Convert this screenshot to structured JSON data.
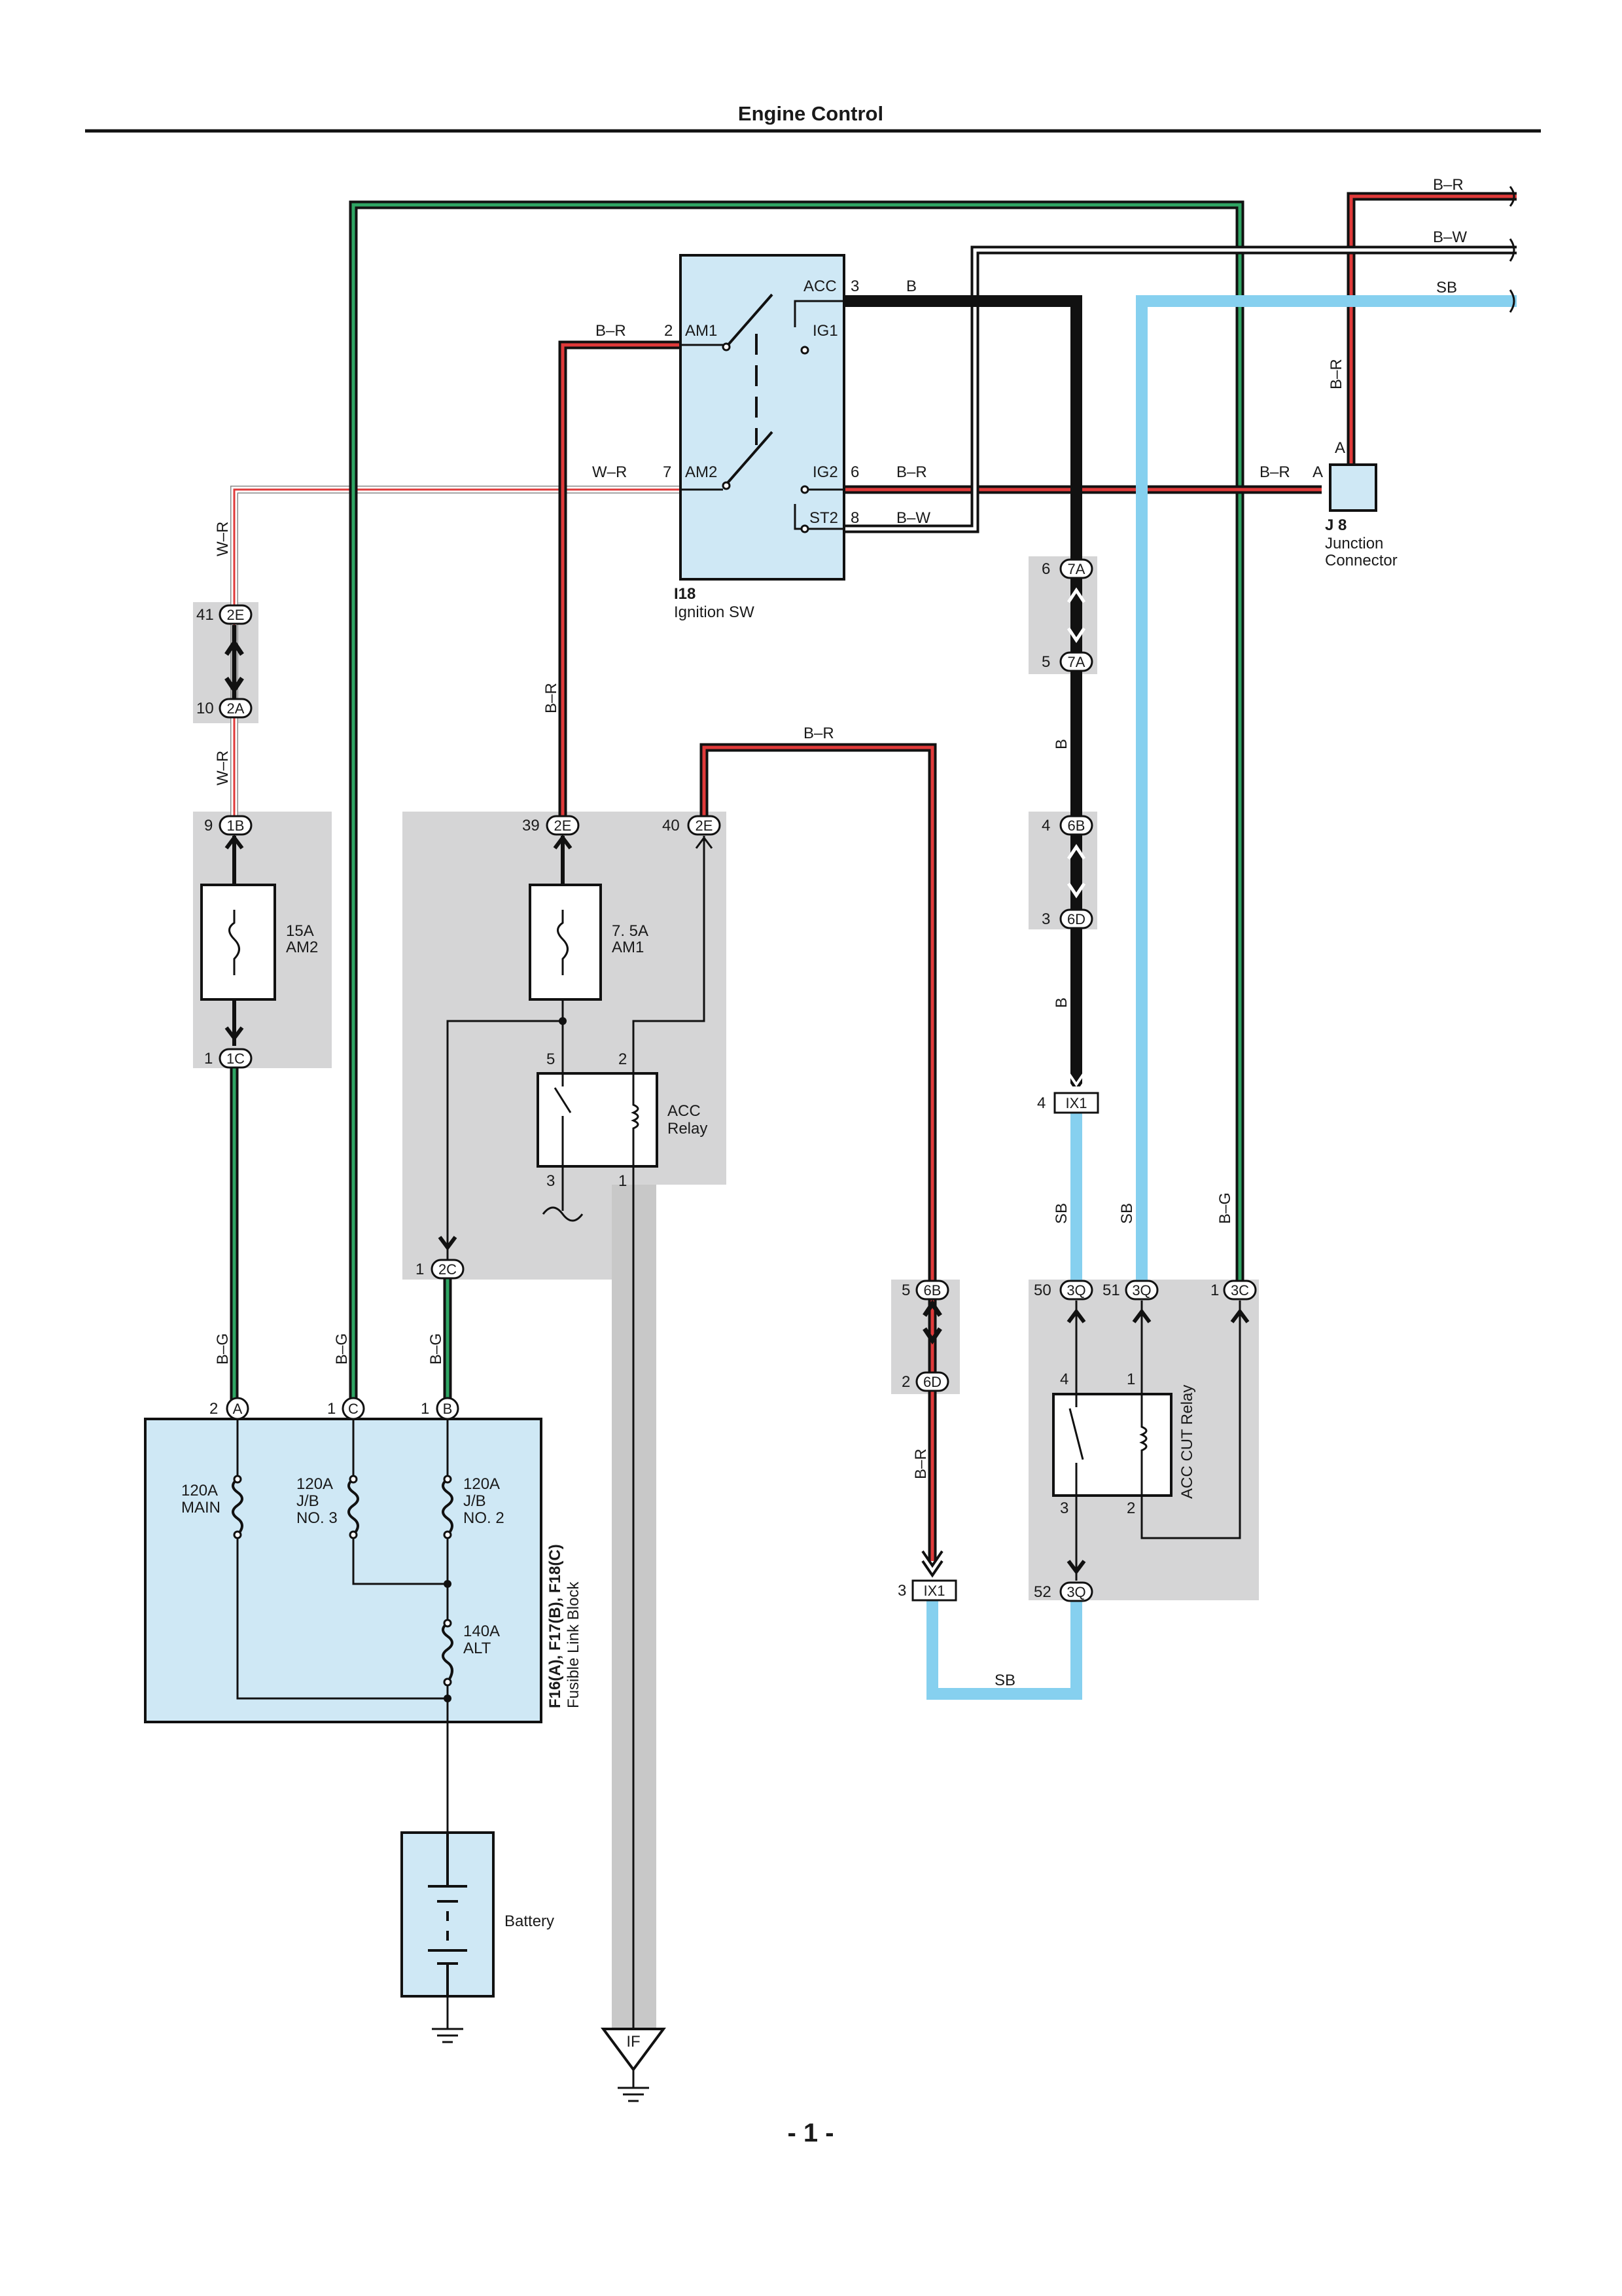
{
  "header": {
    "title": "Engine Control"
  },
  "footer": {
    "page_number": "- 1 -"
  },
  "colors": {
    "component_fill": "#cfe8f5",
    "connector_group": "#d5d5d6",
    "wire_black": "#1a1a1a",
    "wire_red": "#e03a3a",
    "wire_green": "#2fa564",
    "wire_sky_blue": "#86d0ef",
    "wire_white": "#ffffff",
    "ground_wire": "#c8c8c8"
  },
  "wire_codes": {
    "br": "B–R",
    "bw": "B–W",
    "sb": "SB",
    "wr": "W–R",
    "bg": "B–G",
    "b": "B"
  },
  "ignition_switch": {
    "code": "I18",
    "name": "Ignition SW",
    "terminals": {
      "acc": "ACC",
      "ig1": "IG1",
      "am1": "AM1",
      "am2": "AM2",
      "ig2": "IG2",
      "st2": "ST2"
    },
    "pins": {
      "acc": "3",
      "am1": "2",
      "am2": "7",
      "ig2": "6",
      "st2": "8"
    }
  },
  "junction_connector": {
    "code": "J 8",
    "name_line1": "Junction",
    "name_line2": "Connector",
    "pin": "A"
  },
  "connectors": {
    "2E": "2E",
    "2A": "2A",
    "1B": "1B",
    "1C": "1C",
    "2C": "2C",
    "7A": "7A",
    "6B": "6B",
    "6D": "6D",
    "3Q": "3Q",
    "3C": "3C",
    "A": "A",
    "B": "B",
    "C": "C"
  },
  "pins": {
    "p41": "41",
    "p10": "10",
    "p9": "9",
    "p1": "1",
    "p39": "39",
    "p40": "40",
    "p6": "6",
    "p5": "5",
    "p4": "4",
    "p3": "3",
    "p2": "2",
    "p50": "50",
    "p51": "51",
    "p52": "52"
  },
  "fuses": {
    "am2_rating": "15A",
    "am2_name": "AM2",
    "am1_rating": "7. 5A",
    "am1_name": "AM1"
  },
  "acc_relay": {
    "line1": "ACC",
    "line2": "Relay",
    "pin5": "5",
    "pin2": "2",
    "pin3": "3",
    "pin1": "1"
  },
  "acc_cut_relay": {
    "name": "ACC CUT Relay",
    "pin4": "4",
    "pin1": "1",
    "pin3": "3",
    "pin2": "2"
  },
  "ix1": {
    "label": "IX1",
    "pin4": "4",
    "pin3": "3"
  },
  "fusible_link_block": {
    "codes": "F16(A), F17(B), F18(C)",
    "name": "Fusible Link Block",
    "main_rating": "120A",
    "main_name": "MAIN",
    "jb3_rating": "120A",
    "jb3_l2": "J/B",
    "jb3_l3": "NO. 3",
    "jb2_rating": "120A",
    "jb2_l2": "J/B",
    "jb2_l3": "NO. 2",
    "alt_rating": "140A",
    "alt_name": "ALT"
  },
  "battery": {
    "name": "Battery"
  },
  "ground_point": {
    "label": "IF"
  }
}
